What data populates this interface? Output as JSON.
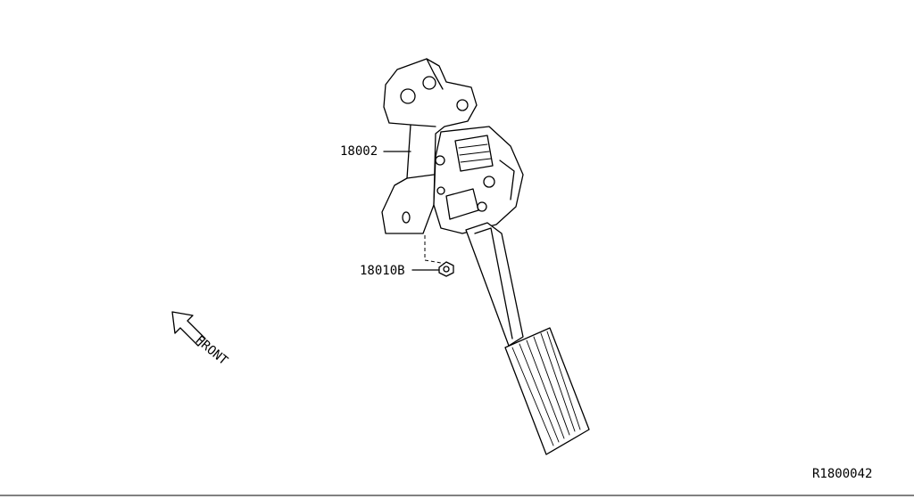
{
  "diagram": {
    "parts": [
      {
        "label": "18002"
      },
      {
        "label": "18010B"
      }
    ],
    "direction_label": "FRONT",
    "reference_code": "R1800042"
  }
}
